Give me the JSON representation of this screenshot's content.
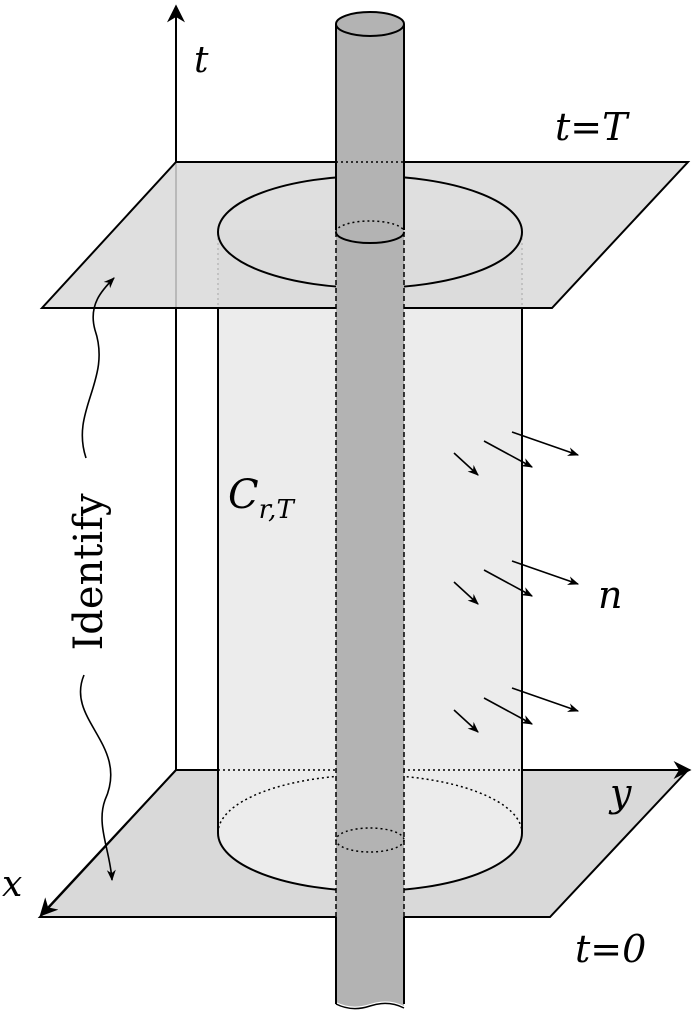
{
  "labels": {
    "axis_t": "t",
    "axis_x": "x",
    "axis_y": "y",
    "top_plane": "t=T",
    "bottom_plane": "t=0",
    "surface": "C",
    "surface_sub": "r,T",
    "normal": "n",
    "identify": "Identify"
  },
  "colors": {
    "plane_fill": "#d9d9d9",
    "cylinder_fill": "#ececec",
    "rod_fill": "#b3b3b3",
    "ink": "#000000"
  }
}
